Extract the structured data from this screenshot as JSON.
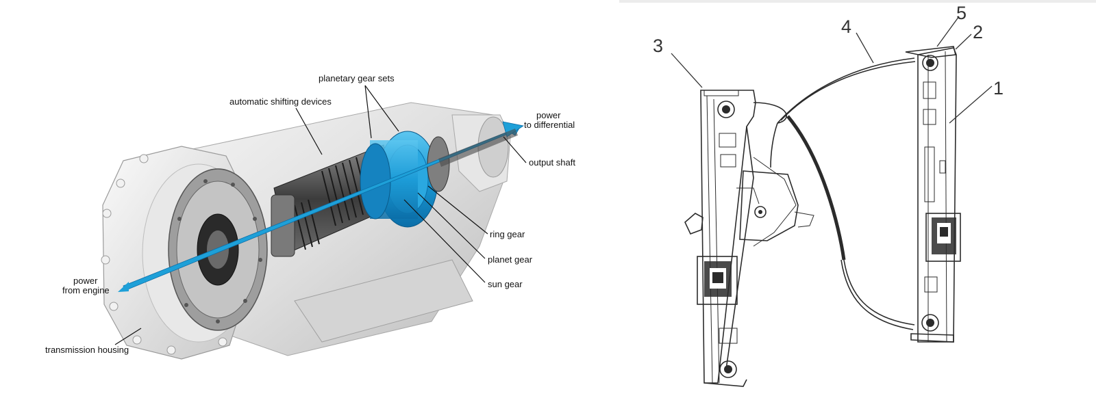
{
  "left_diagram": {
    "labels": {
      "planetary_gear_sets": "planetary gear sets",
      "automatic_shifting_devices": "automatic shifting devices",
      "power_to_differential_line1": "power",
      "power_to_differential_line2": "to differential",
      "output_shaft": "output shaft",
      "ring_gear": "ring gear",
      "planet_gear": "planet gear",
      "sun_gear": "sun gear",
      "power_from_engine_line1": "power",
      "power_from_engine_line2": "from engine",
      "transmission_housing": "transmission housing"
    },
    "colors": {
      "power_flow": "#1ea0d8",
      "housing": "#dcdcdc"
    }
  },
  "right_diagram": {
    "part_numbers": {
      "n1": "1",
      "n2": "2",
      "n3": "3",
      "n4": "4",
      "n5": "5"
    }
  }
}
